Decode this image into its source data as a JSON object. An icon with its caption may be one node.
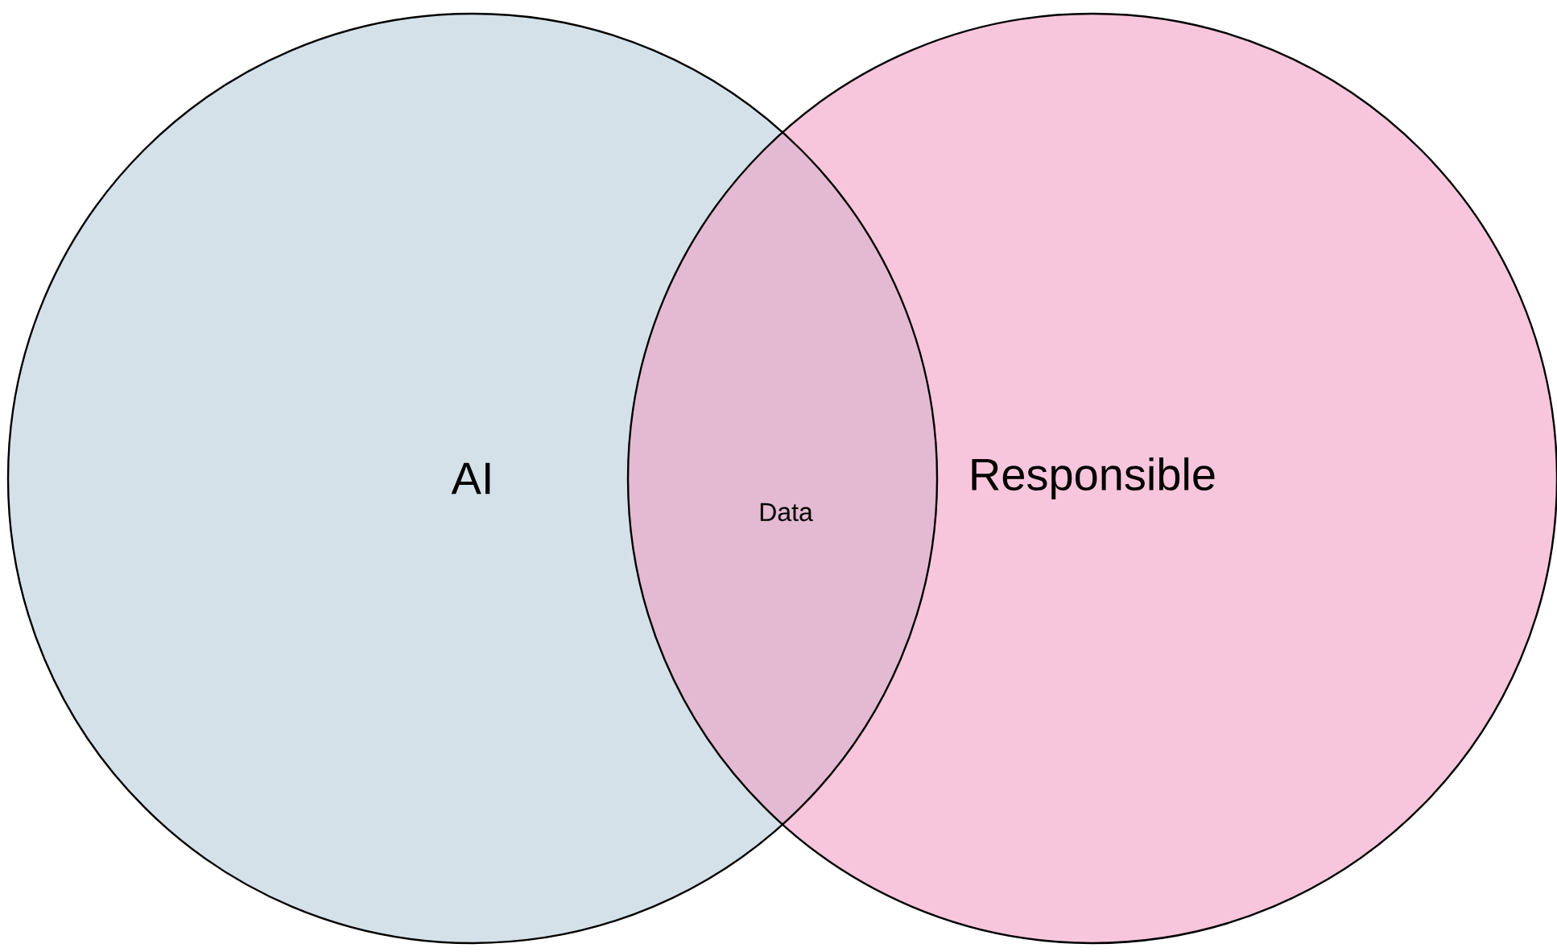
{
  "diagram": {
    "nodes": [
      {
        "text": [
          "AI"
        ]
      },
      {
        "text": [
          "Responsible"
        ]
      }
    ],
    "labels": [
      "Data"
    ]
  }
}
